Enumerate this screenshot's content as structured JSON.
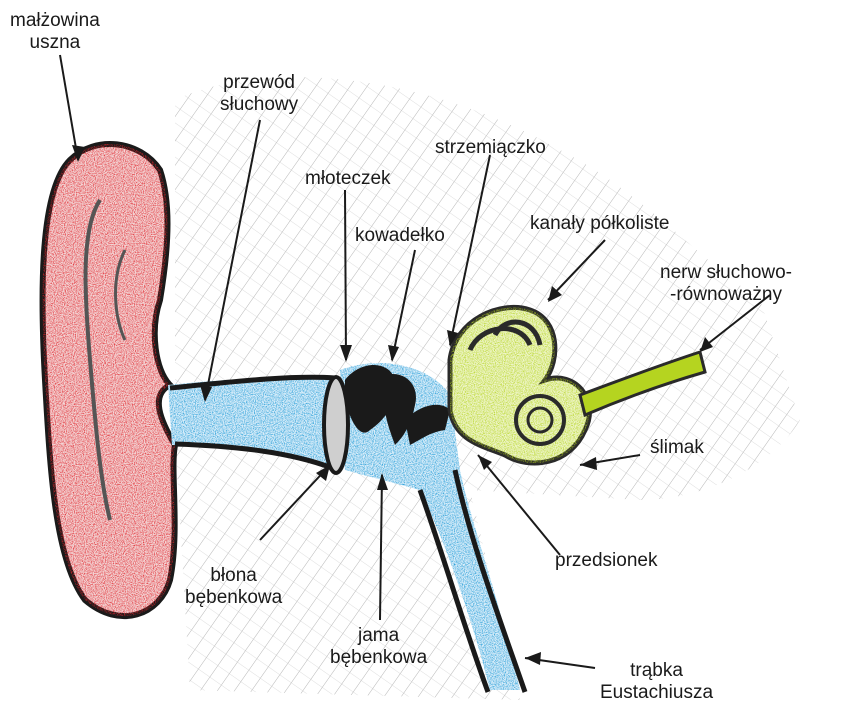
{
  "labels": {
    "auricle": [
      "małżowina",
      "uszna"
    ],
    "ear_canal": [
      "przewód",
      "słuchowy"
    ],
    "malleus": "młoteczek",
    "stapes": "strzemiączko",
    "incus": "kowadełko",
    "semicircular_canals": "kanały półkoliste",
    "nerve": [
      "nerw słuchowo-",
      "-równoważny"
    ],
    "cochlea": "ślimak",
    "vestibule": "przedsionek",
    "eardrum": [
      "błona",
      "bębenkowa"
    ],
    "tympanic_cavity": [
      "jama",
      "bębenkowa"
    ],
    "eustachian_tube": [
      "trąbka",
      "Eustachiusza"
    ]
  },
  "colors": {
    "outer_ear": "#e0252c",
    "canal": "#1e9ad6",
    "inner_ear": "#b5d420",
    "ossicles": "#1a1a1a",
    "hatch": "#6a6a6a"
  }
}
